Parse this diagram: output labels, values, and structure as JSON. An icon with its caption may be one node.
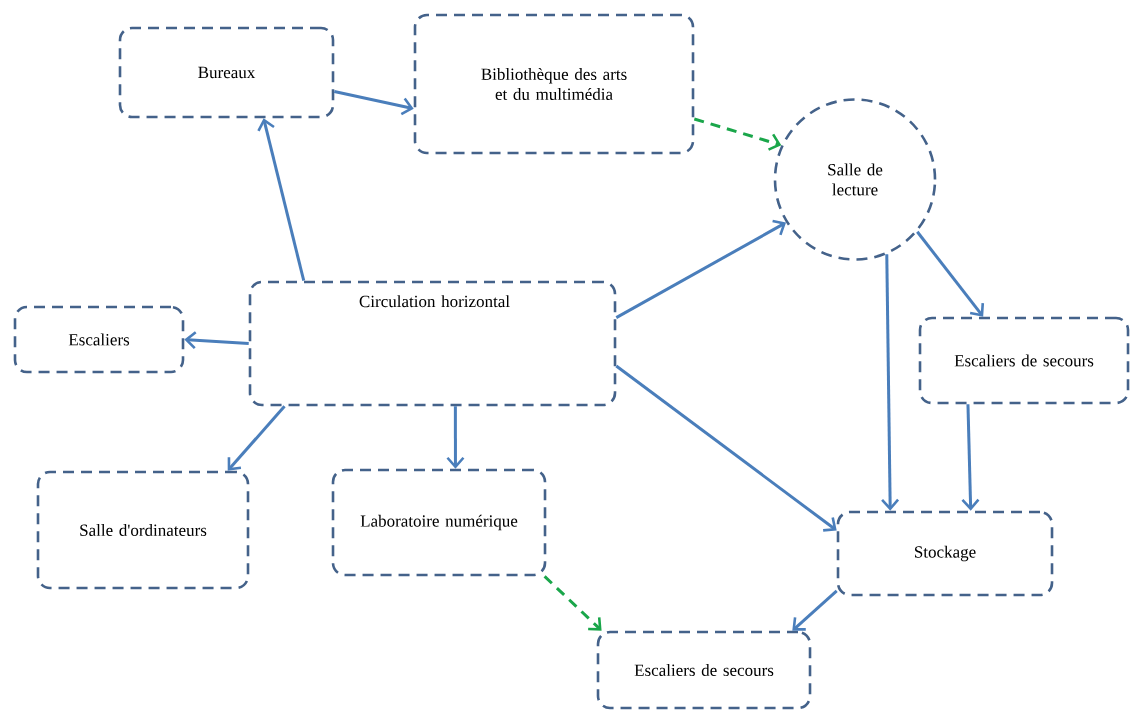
{
  "diagram": {
    "nodes": [
      {
        "text": [
          "Bureaux"
        ]
      },
      {
        "text": [
          "Bibliothèque des arts et du multimédia"
        ]
      },
      {
        "text": [
          "Salle de lecture"
        ]
      },
      {
        "text": [
          "Escaliers"
        ]
      },
      {
        "text": [
          "Circulation horizontal"
        ]
      },
      {
        "text": [
          "Escaliers de secours"
        ]
      },
      {
        "text": [
          "Salle d'ordinateurs"
        ]
      },
      {
        "text": [
          "Laboratoire numérique"
        ]
      },
      {
        "text": [
          "Stockage"
        ]
      },
      {
        "text": [
          "Escaliers de secours"
        ]
      }
    ],
    "edges": [
      {
        "from": 0,
        "to": 1,
        "arrow": "to"
      },
      {
        "from": 1,
        "to": 2,
        "arrow": "to",
        "style": "dashed",
        "color": "#1aa64a"
      },
      {
        "from": 4,
        "to": 0,
        "arrow": "to"
      },
      {
        "from": 4,
        "to": 3,
        "arrow": "to"
      },
      {
        "from": 4,
        "to": 2,
        "arrow": "to"
      },
      {
        "from": 4,
        "to": 6,
        "arrow": "to"
      },
      {
        "from": 4,
        "to": 7,
        "arrow": "to"
      },
      {
        "from": 4,
        "to": 8,
        "arrow": "to"
      },
      {
        "from": 2,
        "to": 8,
        "arrow": "to"
      },
      {
        "from": 2,
        "to": 5,
        "arrow": "to"
      },
      {
        "from": 5,
        "to": 8,
        "arrow": "to"
      },
      {
        "from": 7,
        "to": 9,
        "arrow": "to",
        "style": "dashed",
        "color": "#1aa64a"
      },
      {
        "from": 8,
        "to": 9,
        "arrow": "to"
      }
    ]
  }
}
